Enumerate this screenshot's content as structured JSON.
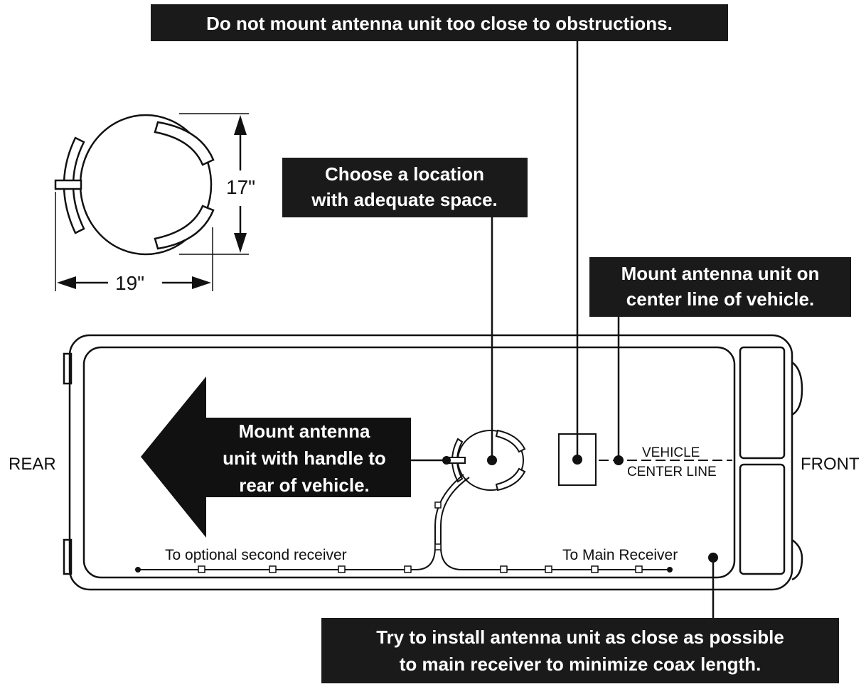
{
  "callouts": {
    "obstructions": {
      "lines": [
        "Do not mount antenna unit too close to obstructions."
      ]
    },
    "space": {
      "lines": [
        "Choose a location",
        "with adequate space."
      ]
    },
    "center_line": {
      "lines": [
        "Mount antenna unit on",
        "center line of vehicle."
      ]
    },
    "handle": {
      "lines": [
        "Mount antenna",
        "unit with handle to",
        "rear of vehicle."
      ]
    },
    "coax": {
      "lines": [
        "Try to install antenna unit as close as possible",
        "to main receiver to minimize coax length."
      ]
    }
  },
  "labels": {
    "rear": "REAR",
    "front": "FRONT",
    "vehicle_center_line_1": "VEHICLE",
    "vehicle_center_line_2": "CENTER LINE",
    "optional_receiver": "To optional second receiver",
    "main_receiver": "To Main Receiver"
  },
  "dimensions": {
    "height": "17\"",
    "width": "19\""
  },
  "colors": {
    "callout_bg": "#1a1a1a",
    "line": "#111111",
    "background": "#ffffff"
  }
}
